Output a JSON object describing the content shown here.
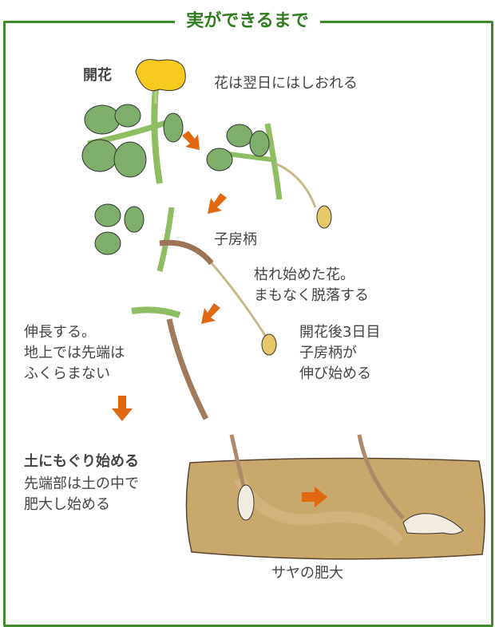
{
  "title": "実ができるまで",
  "labels": {
    "flowering": "開花",
    "wilts_next_day": "花は翌日にはしおれる",
    "gynophore": "子房柄",
    "withering_flower": [
      "枯れ始めた花。",
      "まもなく脱落する"
    ],
    "day3": [
      "開花後3日目",
      "子房柄が",
      "伸び始める"
    ],
    "elongates": [
      "伸長する。",
      "地上では先端は",
      "ふくらまない"
    ],
    "burrowing": "土にもぐり始める",
    "tip_swells": [
      "先端部は土の中で",
      "肥大し始める"
    ],
    "pod_swelling": "サヤの肥大"
  },
  "colors": {
    "frame": "#3f8a2a",
    "arrow": "#e0690f",
    "soil": "#c9a86c",
    "leaf": "#7fae6a",
    "flower": "#f7c81e",
    "stem": "#a07a5a"
  }
}
